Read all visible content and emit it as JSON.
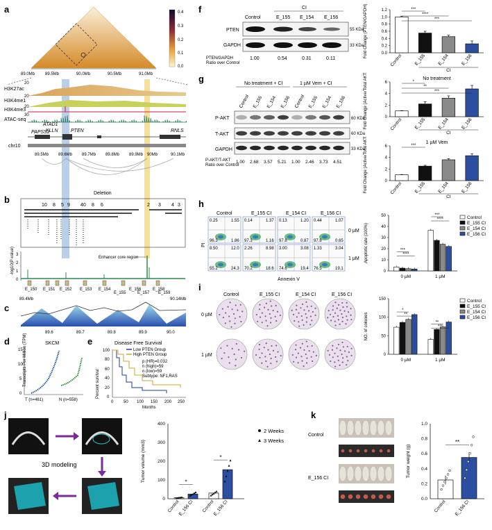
{
  "panels": {
    "a": "a",
    "b": "b",
    "c": "c",
    "d": "d",
    "e": "e",
    "f": "f",
    "g": "g",
    "h": "h",
    "i": "i",
    "j": "j",
    "k": "k"
  },
  "a": {
    "colorbar": [
      "0.4",
      "0.3",
      "0.2",
      "0.1",
      "0.0"
    ],
    "top_axis": [
      "89.0Mb",
      "89.5Mb",
      "90.0Mb",
      "90.5Mb",
      "91.0Mb"
    ],
    "tracks": [
      "H3K27ac",
      "H3K4me1",
      "H3K4me3",
      "ATAC-seq"
    ],
    "track_scale": [
      "20",
      "20",
      "20",
      "30"
    ],
    "genes": [
      "PAPSS2",
      "ATAD1",
      "KLLN",
      "PTEN",
      "RNLS"
    ],
    "chrom": "chr10",
    "bottom_axis": [
      "89.5Mb",
      "89.6Mb",
      "89.7Mb",
      "89.8Mb",
      "89.9Mb",
      "90Mb",
      "90.1Mb"
    ]
  },
  "b": {
    "deletion_label": "Deletion",
    "numbers": [
      "10",
      "8",
      "5",
      "9",
      "40",
      "8",
      "6",
      "2",
      "3",
      "4",
      "3"
    ],
    "ylabel": "-log10(P-value)",
    "yticks": [
      "3",
      "2",
      "1",
      "0"
    ],
    "annotation": "Enhancer core region",
    "elements": [
      "E_150",
      "E_151",
      "E_152",
      "E_153",
      "E_154",
      "E_155",
      "E_156",
      "E_157",
      "E_158",
      "E_159"
    ],
    "range_left": "89.4Mb",
    "range_right": "90.14Mb"
  },
  "c": {
    "ticks": [
      "89.6",
      "89.7",
      "89.8",
      "89.9",
      "90.0"
    ]
  },
  "d": {
    "title": "SKCM",
    "ylabel": "Transcripts Per Million (TPM)",
    "yticks": [
      "15",
      "10",
      "5",
      "0"
    ],
    "xlabel_t": "T (n=461)",
    "xlabel_n": "N (n=558)"
  },
  "e": {
    "title": "Disease Free Survival",
    "legend_low": "Low PTEN Group",
    "legend_high": "High PTEN Group",
    "stats": [
      "p (HR)=0.032",
      "n (high)=59",
      "n (low)=59",
      "Subtype: NF1,RAS"
    ],
    "ylabel": "Percent survival",
    "xlabel": "Months",
    "yticks": [
      "100",
      "80",
      "60",
      "40",
      "20",
      "0"
    ],
    "xticks": [
      "0",
      "50",
      "100",
      "150",
      "200",
      "250"
    ]
  },
  "f": {
    "ci_header": "CI",
    "lanes": [
      "Control",
      "E_155",
      "E_154",
      "E_156"
    ],
    "row_labels": [
      "PTEN",
      "GAPDH"
    ],
    "kda": [
      "55 KDa",
      "33 KDa"
    ],
    "ratio_label": "PTEN/GAPDH\nRatio over Control",
    "ratio_label_1": "PTEN/GAPDH",
    "ratio_label_2": "Ratio over Control",
    "ratios": [
      "1.00",
      "0.54",
      "0.31",
      "0.11"
    ]
  },
  "g": {
    "header_left": "No treatment + CI",
    "header_right": "1 µM Vem + CI",
    "lanes": [
      "Control",
      "E_155",
      "E_154",
      "E_156",
      "Control",
      "E_155",
      "E_154",
      "E_156"
    ],
    "row_labels": [
      "P-AKT",
      "T-AKT",
      "GAPDH"
    ],
    "kda": [
      "60 KDa",
      "60 KDa",
      "33 KDa"
    ],
    "ratio_label_1": "P-AKT/T-AKT",
    "ratio_label_2": "Ratio over Control",
    "ratios": [
      "1.00",
      "2.68",
      "3.57",
      "5.21",
      "1.00",
      "2.46",
      "3.73",
      "4.51"
    ]
  },
  "h": {
    "col_labels": [
      "Control",
      "E_155 CI",
      "E_154 CI",
      "E_156 CI"
    ],
    "row_labels": [
      "0 µM",
      "1 µM"
    ],
    "axis_y": "PI",
    "axis_x": "Annexin V",
    "quadrants": [
      [
        [
          "0.25",
          "1.55",
          "96.3",
          "1.86"
        ],
        [
          "0.14",
          "1.37",
          "97.3",
          "1.16"
        ],
        [
          "0.13",
          "1.20",
          "97.8",
          "0.87"
        ],
        [
          "0.44",
          "1.07",
          "97.8",
          "0.65"
        ]
      ],
      [
        [
          "8.50",
          "12.0",
          "55.2",
          "24.3"
        ],
        [
          "2.26",
          "8.98",
          "70.2",
          "18.6"
        ],
        [
          "3.00",
          "3.08",
          "74.6",
          "19.4"
        ],
        [
          "1.33",
          "3.04",
          "76.5",
          "19.1"
        ]
      ]
    ]
  },
  "i": {
    "col_labels": [
      "Control",
      "E_155 CI",
      "E_154 CI",
      "E_156 CI"
    ],
    "row_labels": [
      "0 µM",
      "1 µM"
    ]
  },
  "j": {
    "modeling_label": "3D modeling",
    "legend": [
      "2 Weeks",
      "3 Weeks"
    ]
  },
  "k": {
    "row_labels": [
      "Control",
      "E_156 CI"
    ]
  },
  "colors": {
    "control": "#ffffff",
    "e155": "#111111",
    "e154": "#8a8a8a",
    "e156": "#2b4ea0",
    "highlight_blue": "#a9c4e3",
    "highlight_yellow": "#f3d98c"
  },
  "chart_data": [
    {
      "id": "f",
      "type": "bar",
      "categories": [
        "Control",
        "E_155",
        "E_154",
        "E_156"
      ],
      "values": [
        1.0,
        0.55,
        0.45,
        0.25
      ],
      "errors": [
        0.02,
        0.05,
        0.04,
        0.08
      ],
      "ylabel": "Fold Change (PTEN/GAPDH)",
      "ylim": [
        0,
        1.2
      ],
      "yticks": [
        "0.0",
        "0.2",
        "0.4",
        "0.6",
        "0.8",
        "1.0",
        "1.2"
      ],
      "xlabel": "CI",
      "sig": [
        "***",
        "****",
        "***"
      ]
    },
    {
      "id": "g1",
      "type": "bar",
      "title": "No treatment",
      "categories": [
        "Control",
        "E_155",
        "E_154",
        "E_156"
      ],
      "values": [
        1.0,
        2.2,
        3.2,
        4.8
      ],
      "errors": [
        0.05,
        0.4,
        0.4,
        0.6
      ],
      "ylabel": "Fold Change (Active/Total AKT3)",
      "ylim": [
        0,
        6
      ],
      "yticks": [
        "0",
        "2",
        "4",
        "6"
      ],
      "xlabel": "CI",
      "sig": [
        "*",
        "**",
        "***"
      ]
    },
    {
      "id": "g2",
      "type": "bar",
      "title": "1 µM Vem",
      "categories": [
        "Control",
        "E_155",
        "E_154",
        "E_156"
      ],
      "values": [
        1.0,
        2.5,
        3.6,
        4.3
      ],
      "errors": [
        0.05,
        0.15,
        0.2,
        0.35
      ],
      "ylabel": "Fold Change (Active/Total AKT3)",
      "ylim": [
        0,
        6
      ],
      "yticks": [
        "0",
        "2",
        "4",
        "6"
      ],
      "xlabel": "CI",
      "sig": [
        "***"
      ]
    },
    {
      "id": "h",
      "type": "bar",
      "categories": [
        "0 µM",
        "1 µM"
      ],
      "series": [
        {
          "name": "Control",
          "values": [
            3.5,
            36.5
          ]
        },
        {
          "name": "E_155 CI",
          "values": [
            2.5,
            27.5
          ]
        },
        {
          "name": "E_154 CI",
          "values": [
            2.0,
            24.0
          ]
        },
        {
          "name": "E_156 CI",
          "values": [
            1.7,
            22.0
          ]
        }
      ],
      "ylabel": "Apoptotic rate (100%)",
      "ylim": [
        0,
        50
      ],
      "yticks": [
        "0",
        "10",
        "20",
        "30",
        "40",
        "50"
      ],
      "sig": [
        "***",
        "****",
        "***",
        "****"
      ]
    },
    {
      "id": "i",
      "type": "bar",
      "categories": [
        "0 µM",
        "1 µM"
      ],
      "series": [
        {
          "name": "Control",
          "values": [
            73,
            40
          ]
        },
        {
          "name": "E_155 CI",
          "values": [
            86,
            67
          ]
        },
        {
          "name": "E_154 CI",
          "values": [
            94,
            74
          ]
        },
        {
          "name": "E_156 CI",
          "values": [
            107,
            87
          ]
        }
      ],
      "ylabel": "NO. of colonies",
      "ylim": [
        0,
        150
      ],
      "yticks": [
        "0",
        "50",
        "100",
        "150"
      ],
      "sig": [
        "*",
        "**",
        "**",
        "***"
      ]
    },
    {
      "id": "j",
      "type": "bar",
      "categories": [
        "Control",
        "E_156 CI"
      ],
      "groups": [
        "2 Weeks",
        "3 Weeks"
      ],
      "series": [
        {
          "name": "2 Weeks",
          "values": [
            5,
            25
          ]
        },
        {
          "name": "3 Weeks",
          "values": [
            30,
            155
          ]
        }
      ],
      "ylabel": "Tumor volume (mm3)",
      "ylim": [
        0,
        400
      ],
      "yticks": [
        "0",
        "100",
        "200",
        "300",
        "400"
      ],
      "sig": [
        "*",
        "*"
      ]
    },
    {
      "id": "k",
      "type": "bar",
      "categories": [
        "Control",
        "E_156 CI"
      ],
      "values": [
        0.25,
        0.55
      ],
      "errors": [
        0.06,
        0.07
      ],
      "ylabel": "Tumor weight (g)",
      "ylim": [
        0,
        1.0
      ],
      "yticks": [
        "0.0",
        "0.2",
        "0.4",
        "0.6",
        "0.8",
        "1.0"
      ],
      "sig": [
        "**"
      ]
    }
  ]
}
